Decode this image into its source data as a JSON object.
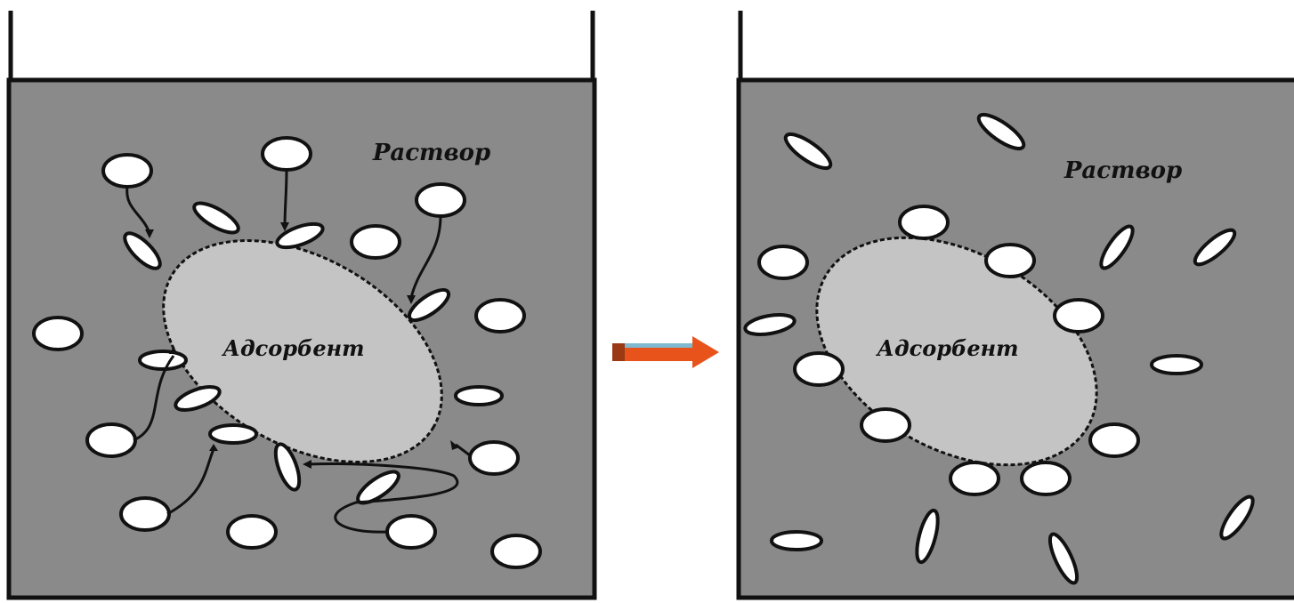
{
  "panels": [
    {
      "solution_label": "Раствор",
      "adsorbent_label": "Адсорбент"
    },
    {
      "solution_label": "Раствор",
      "adsorbent_label": "Адсорбент"
    }
  ],
  "colors": {
    "solution": "#8a8a8a",
    "adsorbent": "#c4c4c4",
    "molecule": "#ffffff",
    "outline": "#111111",
    "arrow_body": "#e8531c",
    "arrow_stripe": "#7fb8cf"
  }
}
